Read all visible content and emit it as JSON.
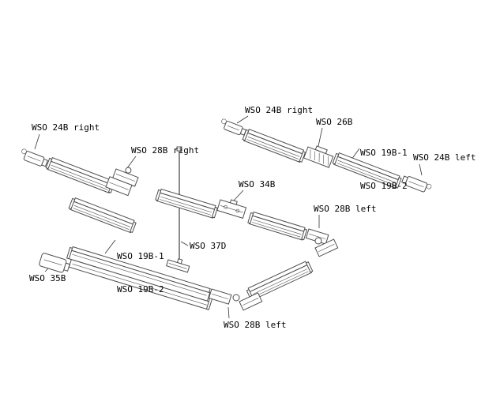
{
  "labels": {
    "endcap_right_upper": "WSO 24B right",
    "connector_right": "WSO 28B right",
    "adapter_right_top": "WSO 24B right",
    "feed": "WSO 26B",
    "rail_top_1": "WSO 19B-1",
    "rail_top_2": "WSO 19B-2",
    "endcap_left_upper": "WSO 24B left",
    "coupler_mid": "WSO 34B",
    "connector_left_upper": "WSO 28B left",
    "rail_bottom_1": "WSO 19B-1",
    "rail_bottom_2": "WSO 19B-2",
    "pendant": "WSO 37D",
    "end_feed": "WSO 35B",
    "connector_left_lower": "WSO 28B left"
  },
  "style": {
    "line_color": "#4d4d4d",
    "label_color": "#000000",
    "background": "#ffffff"
  }
}
